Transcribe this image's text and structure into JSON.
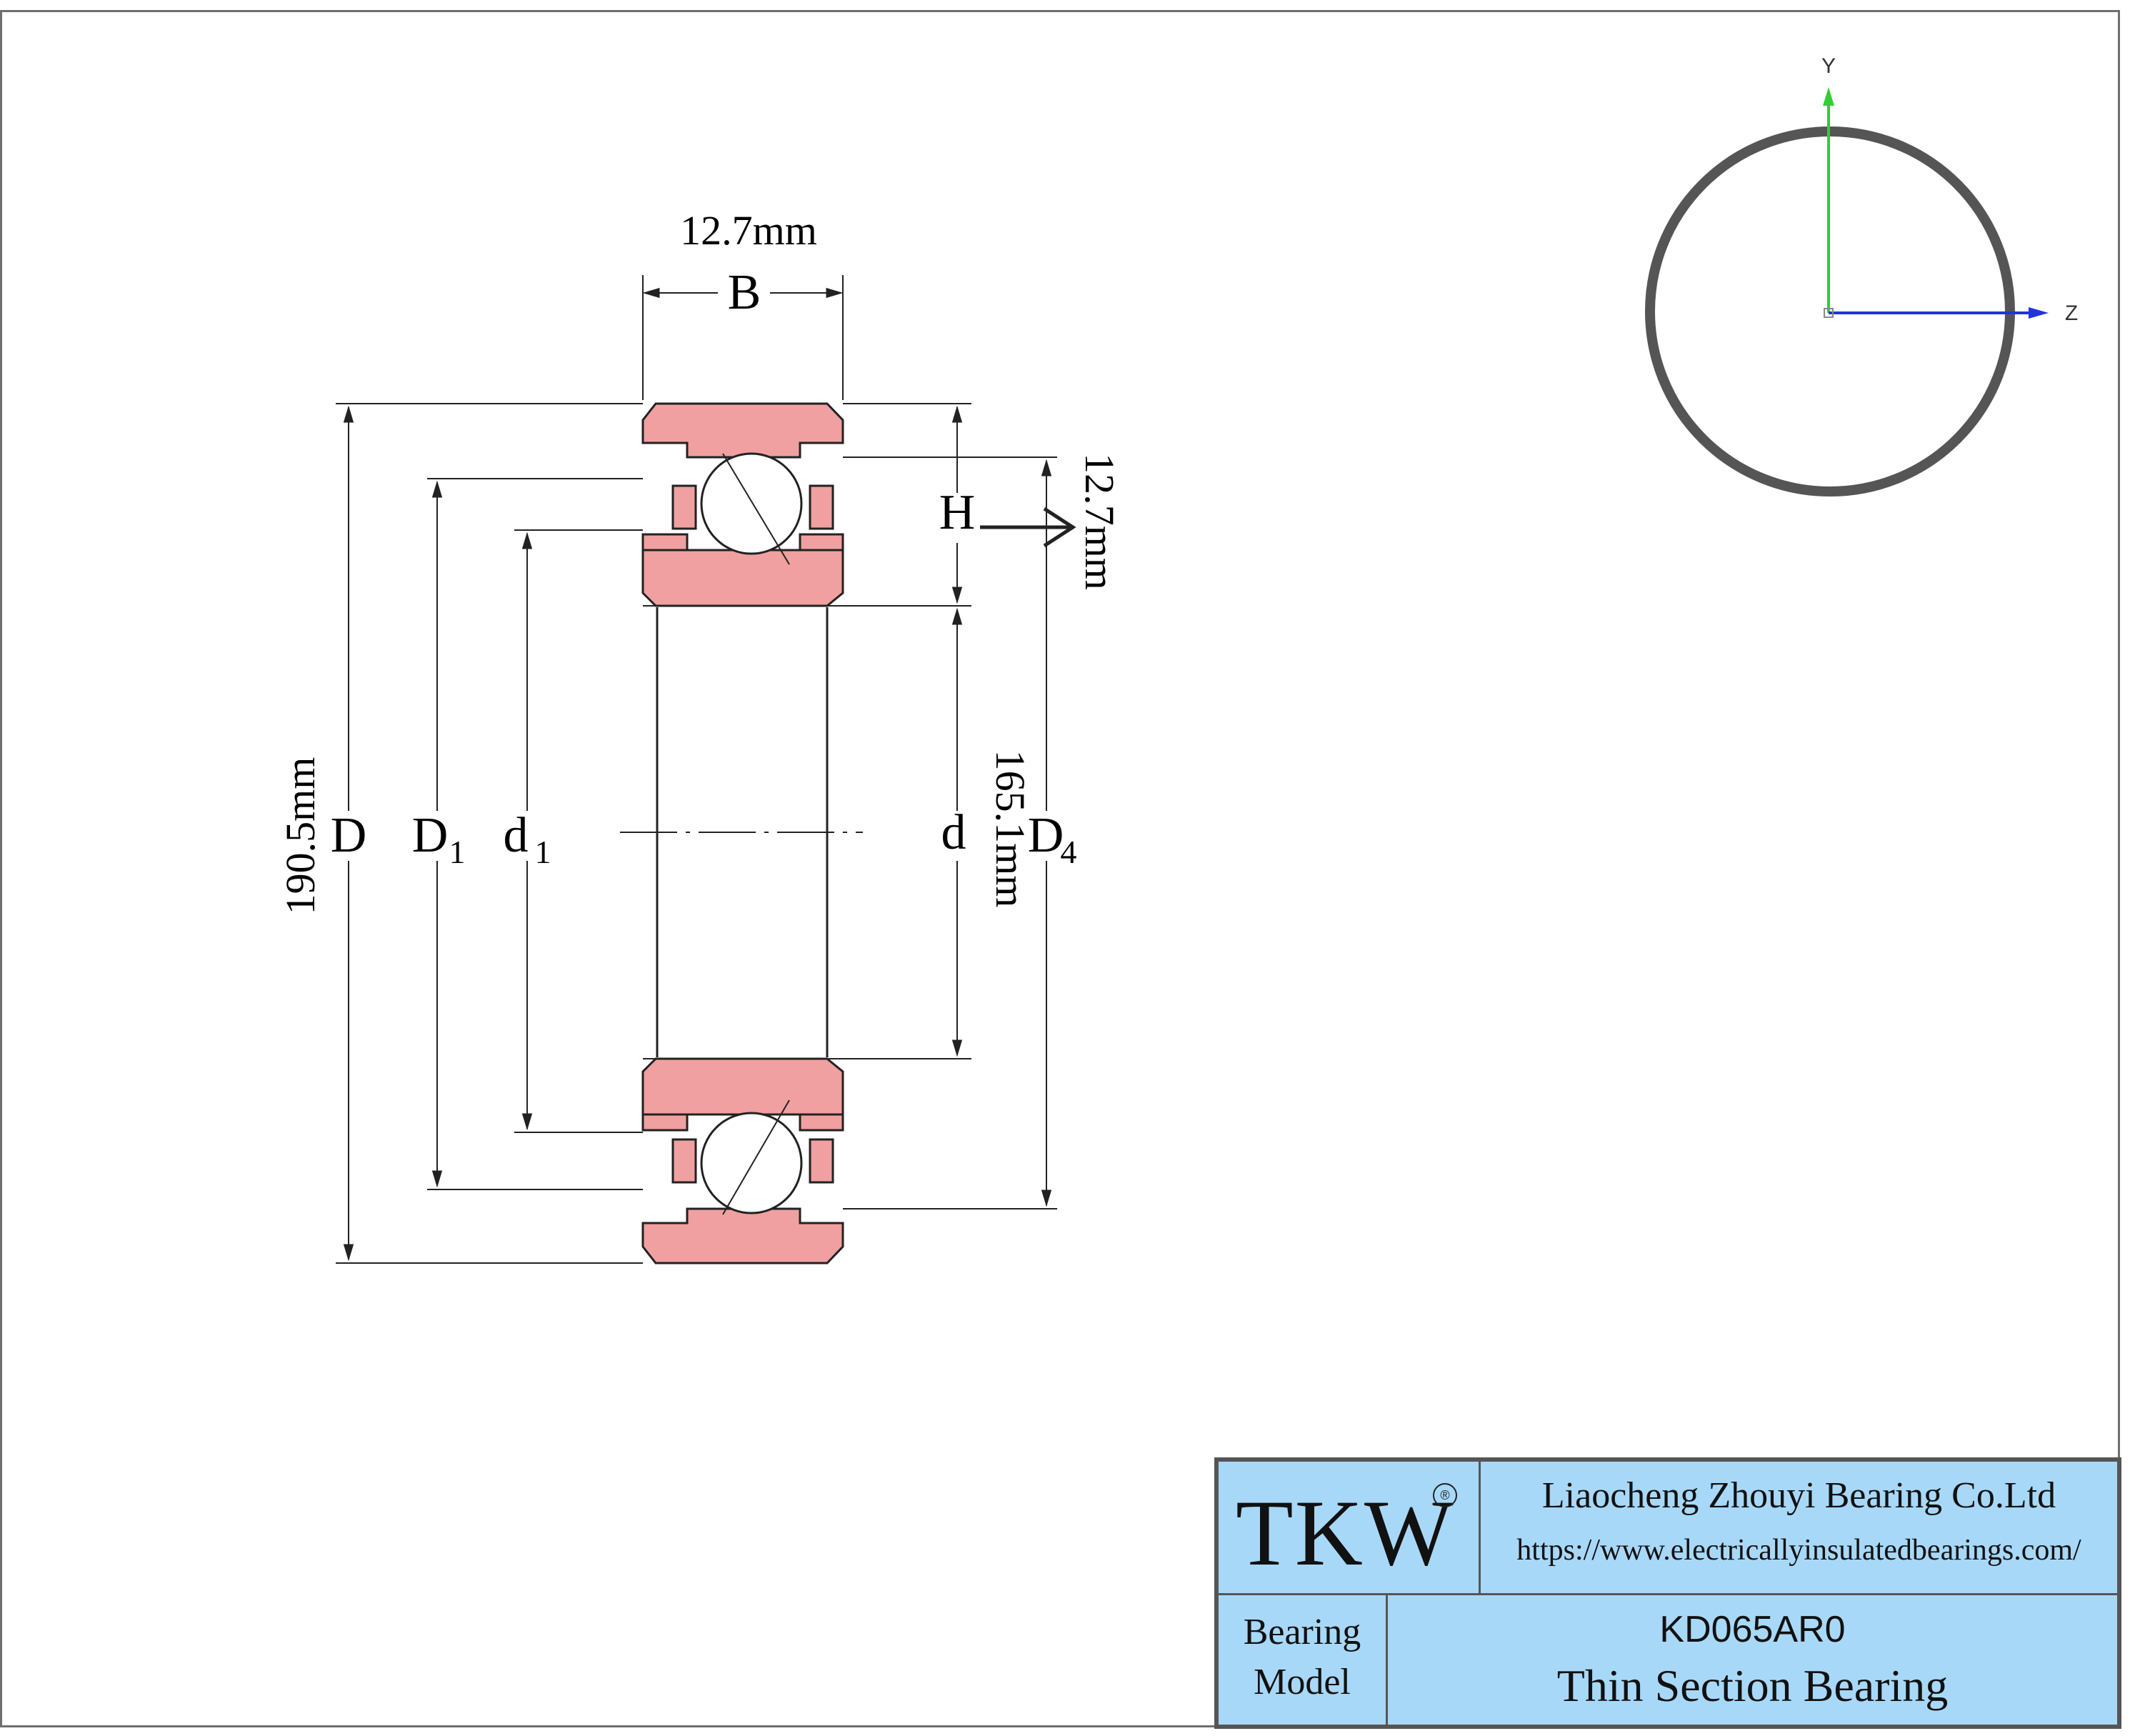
{
  "drawing": {
    "width_value": "12.7mm",
    "outer_diameter_value": "190.5mm",
    "inner_diameter_value": "165.1mm",
    "height_value": "12.7mm",
    "labels": {
      "B": "B",
      "D": "D",
      "D1_main": "D",
      "D1_sub": "1",
      "d1_main": "d",
      "d1_sub": "1",
      "d": "d",
      "D4_main": "D",
      "D4_sub": "4",
      "H": "H"
    },
    "colors": {
      "ring_fill": "#f0a0a0",
      "ball_fill": "#ffffff",
      "line": "#222222"
    }
  },
  "axis_gizmo": {
    "y_label": "Y",
    "z_label": "Z",
    "y_color": "#33cc33",
    "z_color": "#2233dd"
  },
  "title_block": {
    "logo": "TKW",
    "registered_mark": "®",
    "company": "Liaocheng Zhouyi Bearing Co.Ltd",
    "url": "https://www.electricallyinsulatedbearings.com/",
    "label_line1": "Bearing",
    "label_line2": "Model",
    "model_number": "KD065AR0",
    "model_type": "Thin Section Bearing",
    "background": "#a8d8f8"
  }
}
